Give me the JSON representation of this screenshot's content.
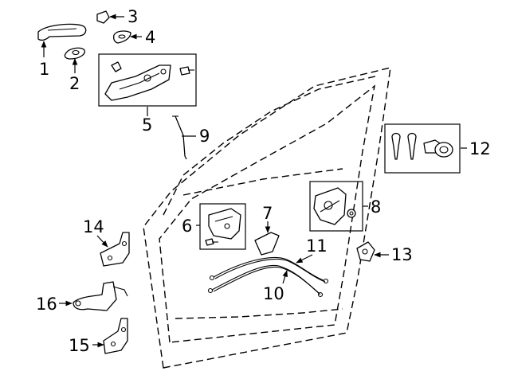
{
  "callouts": [
    {
      "id": "c1",
      "label": "1"
    },
    {
      "id": "c2",
      "label": "2"
    },
    {
      "id": "c3",
      "label": "3"
    },
    {
      "id": "c4",
      "label": "4"
    },
    {
      "id": "c5",
      "label": "5"
    },
    {
      "id": "c6",
      "label": "6"
    },
    {
      "id": "c7",
      "label": "7"
    },
    {
      "id": "c8",
      "label": "8"
    },
    {
      "id": "c9",
      "label": "9"
    },
    {
      "id": "c10",
      "label": "10"
    },
    {
      "id": "c11",
      "label": "11"
    },
    {
      "id": "c12",
      "label": "12"
    },
    {
      "id": "c13",
      "label": "13"
    },
    {
      "id": "c14",
      "label": "14"
    },
    {
      "id": "c15",
      "label": "15"
    },
    {
      "id": "c16",
      "label": "16"
    }
  ],
  "colors": {
    "line": "#000000",
    "background": "#ffffff"
  }
}
